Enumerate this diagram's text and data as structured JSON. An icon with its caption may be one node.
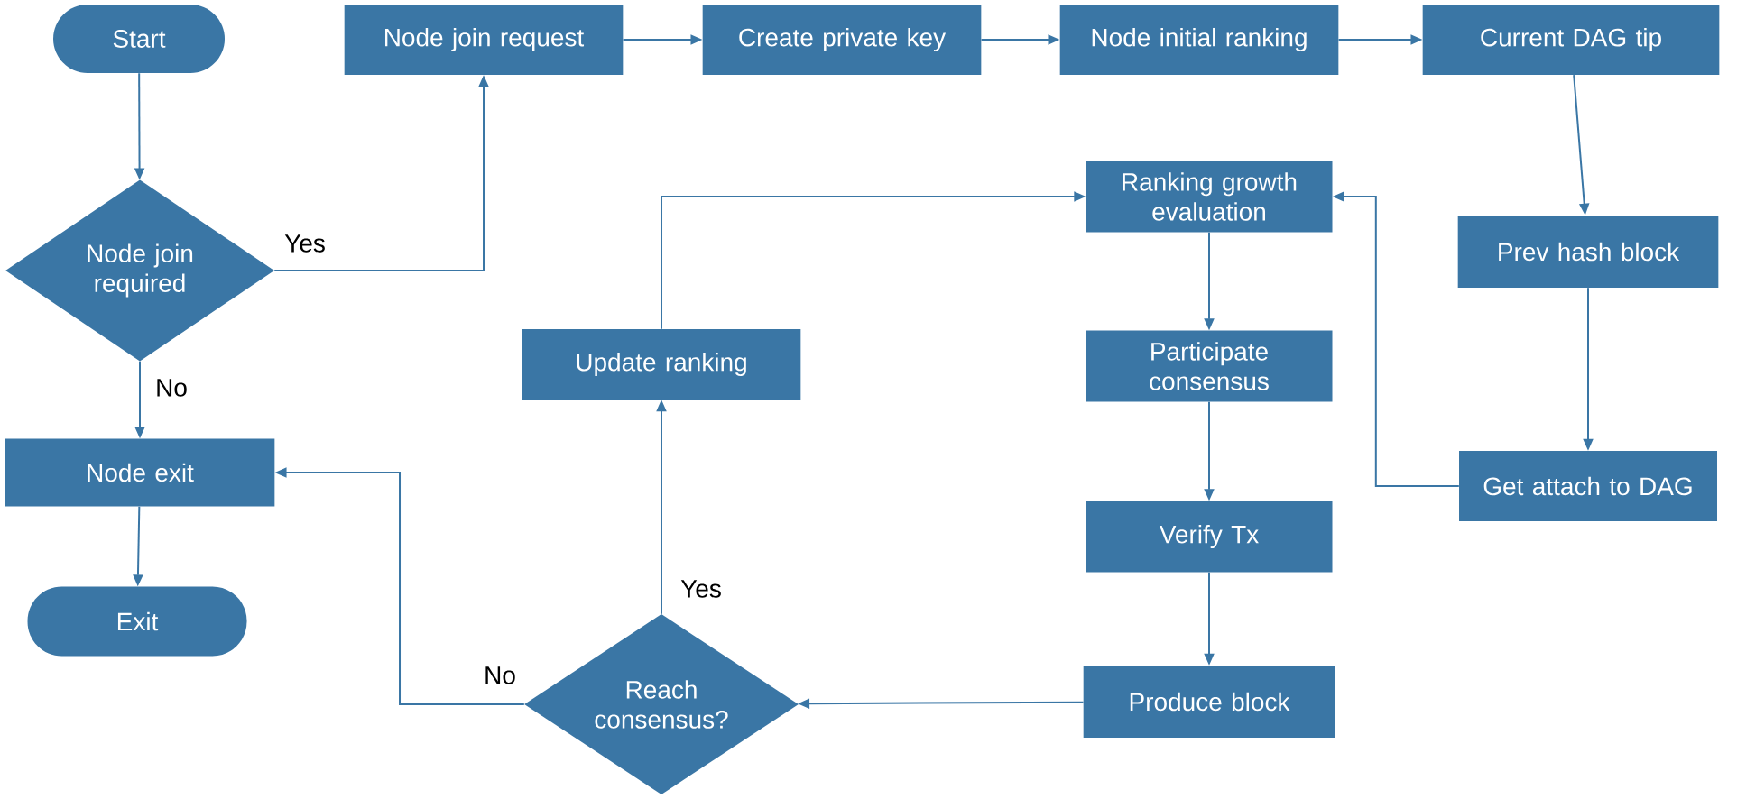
{
  "diagram": {
    "nodes": [
      {
        "text": [
          "Start"
        ]
      },
      {
        "text": [
          "Node join required"
        ]
      },
      {
        "text": [
          "Node exit"
        ]
      },
      {
        "text": [
          "Exit"
        ]
      },
      {
        "text": [
          "Node join request"
        ]
      },
      {
        "text": [
          "Create private key"
        ]
      },
      {
        "text": [
          "Node initial ranking"
        ]
      },
      {
        "text": [
          "Current DAG tip"
        ]
      },
      {
        "text": [
          "Prev hash block"
        ]
      },
      {
        "text": [
          "Get attach to DAG"
        ]
      },
      {
        "text": [
          "Ranking growth evaluation"
        ]
      },
      {
        "text": [
          "Participate consensus"
        ]
      },
      {
        "text": [
          "Verify Tx"
        ]
      },
      {
        "text": [
          "Produce block"
        ]
      },
      {
        "text": [
          "Reach consensus?"
        ]
      },
      {
        "text": [
          "Update ranking"
        ]
      }
    ],
    "edges": [
      {
        "from": 0,
        "to": 1,
        "arrow": "to"
      },
      {
        "from": 1,
        "to": 4,
        "arrow": "to",
        "label": "Yes"
      },
      {
        "from": 1,
        "to": 2,
        "arrow": "to",
        "label": "No"
      },
      {
        "from": 2,
        "to": 3,
        "arrow": "to"
      },
      {
        "from": 4,
        "to": 5,
        "arrow": "to"
      },
      {
        "from": 5,
        "to": 6,
        "arrow": "to"
      },
      {
        "from": 6,
        "to": 7,
        "arrow": "to"
      },
      {
        "from": 7,
        "to": 8,
        "arrow": "to"
      },
      {
        "from": 8,
        "to": 9,
        "arrow": "to"
      },
      {
        "from": 9,
        "to": 10,
        "arrow": "to"
      },
      {
        "from": 10,
        "to": 11,
        "arrow": "to"
      },
      {
        "from": 11,
        "to": 12,
        "arrow": "to"
      },
      {
        "from": 12,
        "to": 13,
        "arrow": "to"
      },
      {
        "from": 13,
        "to": 14,
        "arrow": "to"
      },
      {
        "from": 14,
        "to": 2,
        "arrow": "to",
        "label": "No"
      },
      {
        "from": 14,
        "to": 15,
        "arrow": "to",
        "label": "Yes"
      },
      {
        "from": 15,
        "to": 10,
        "arrow": "to"
      }
    ]
  }
}
